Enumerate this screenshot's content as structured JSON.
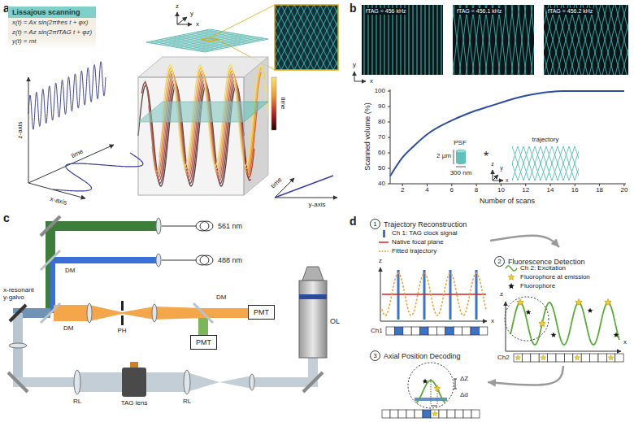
{
  "diagram": {
    "nodes": [
      {
        "text": [
          "Lissajous scanning",
          "x(t) = Ax sin(2πfres t + φx)",
          "z(t) = Az sin(2πfTAG t + φz)",
          "y(t) = mt"
        ]
      },
      {
        "text": [
          "PMT"
        ]
      },
      {
        "text": [
          "PMT"
        ]
      },
      {
        "text": [
          "1",
          "Trajectory Reconstruction"
        ]
      },
      {
        "text": [
          "2",
          "Fluorescence Detection"
        ]
      },
      {
        "text": [
          "3",
          "Axial Position Decoding"
        ]
      }
    ],
    "edges": [
      {
        "from": 3,
        "to": 4,
        "arrow": "to"
      },
      {
        "from": 4,
        "to": 5,
        "arrow": "to"
      }
    ],
    "labels": [
      "a",
      "z",
      "y",
      "x",
      "z-axis",
      "x-axis",
      "time",
      "time",
      "time",
      "y-axis",
      "b",
      "fTAG = 456 kHz",
      "fTAG = 456.1 kHz",
      "fTAG = 456.2 kHz",
      "y",
      "x",
      "Scanned volume (%)",
      "100",
      "90",
      "80",
      "70",
      "60",
      "50",
      "40",
      "2",
      "4",
      "6",
      "8",
      "10",
      "12",
      "14",
      "16",
      "18",
      "20",
      "Number of scans",
      "PSF",
      "2 µm",
      "300 nm",
      "*",
      "trajectory",
      "z",
      "y",
      "x",
      "c",
      "561 nm",
      "488 nm",
      "DM",
      "x-resonant y-galvo",
      "DM",
      "PH",
      "DM",
      "OL",
      "RL",
      "TAG lens",
      "RL",
      "d",
      "z",
      "x",
      "Ch1",
      "z",
      "x",
      "Ch2",
      "ΔZ",
      "Δd"
    ],
    "legend": [
      {
        "text": "Ch 1: TAG clock signal"
      },
      {
        "text": "Native focal plane"
      },
      {
        "text": "Fitted trajectory"
      },
      {
        "text": "Ch 2: Excitation"
      },
      {
        "text": "Fluorophore at emission"
      },
      {
        "text": "Fluorophore"
      }
    ]
  }
}
